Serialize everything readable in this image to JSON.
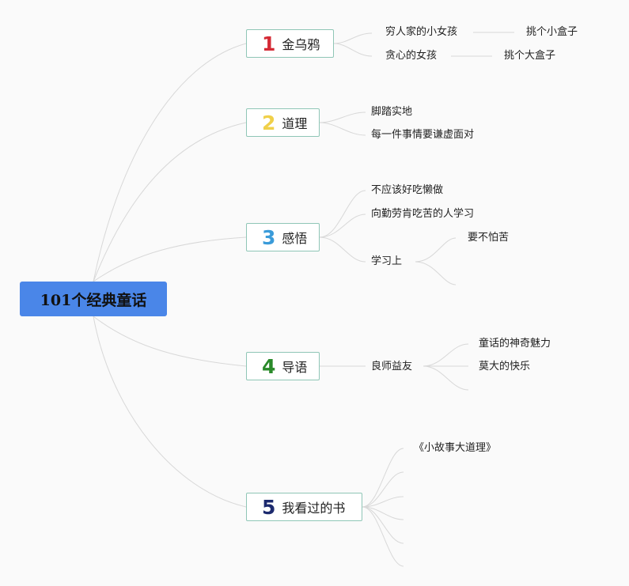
{
  "root": {
    "label": "101个经典童话"
  },
  "branches": [
    {
      "num": "1",
      "color": "#d42a35",
      "label": "金乌鸦",
      "children": [
        {
          "label": "穷人家的小女孩",
          "child": "挑个小盒子"
        },
        {
          "label": "贪心的女孩",
          "child": "挑个大盒子"
        }
      ]
    },
    {
      "num": "2",
      "color": "#f0d04a",
      "label": "道理",
      "children": [
        {
          "label": "脚踏实地"
        },
        {
          "label": "每一件事情要谦虚面对"
        }
      ]
    },
    {
      "num": "3",
      "color": "#3a9bd9",
      "label": "感悟",
      "children": [
        {
          "label": "不应该好吃懒做"
        },
        {
          "label": "向勤劳肯吃苦的人学习"
        },
        {
          "label": "学习上",
          "children": [
            {
              "label": "要不怕苦"
            },
            {
              "label": ""
            }
          ]
        }
      ]
    },
    {
      "num": "4",
      "color": "#2a8a2a",
      "label": "导语",
      "children": [
        {
          "label": "良师益友",
          "children": [
            {
              "label": "童话的神奇魅力"
            },
            {
              "label": "莫大的快乐"
            },
            {
              "label": ""
            }
          ]
        }
      ]
    },
    {
      "num": "5",
      "color": "#1c2a6e",
      "label": "我看过的书",
      "children": [
        {
          "label": "《小故事大道理》"
        },
        {
          "label": ""
        },
        {
          "label": ""
        },
        {
          "label": ""
        },
        {
          "label": ""
        }
      ]
    }
  ]
}
